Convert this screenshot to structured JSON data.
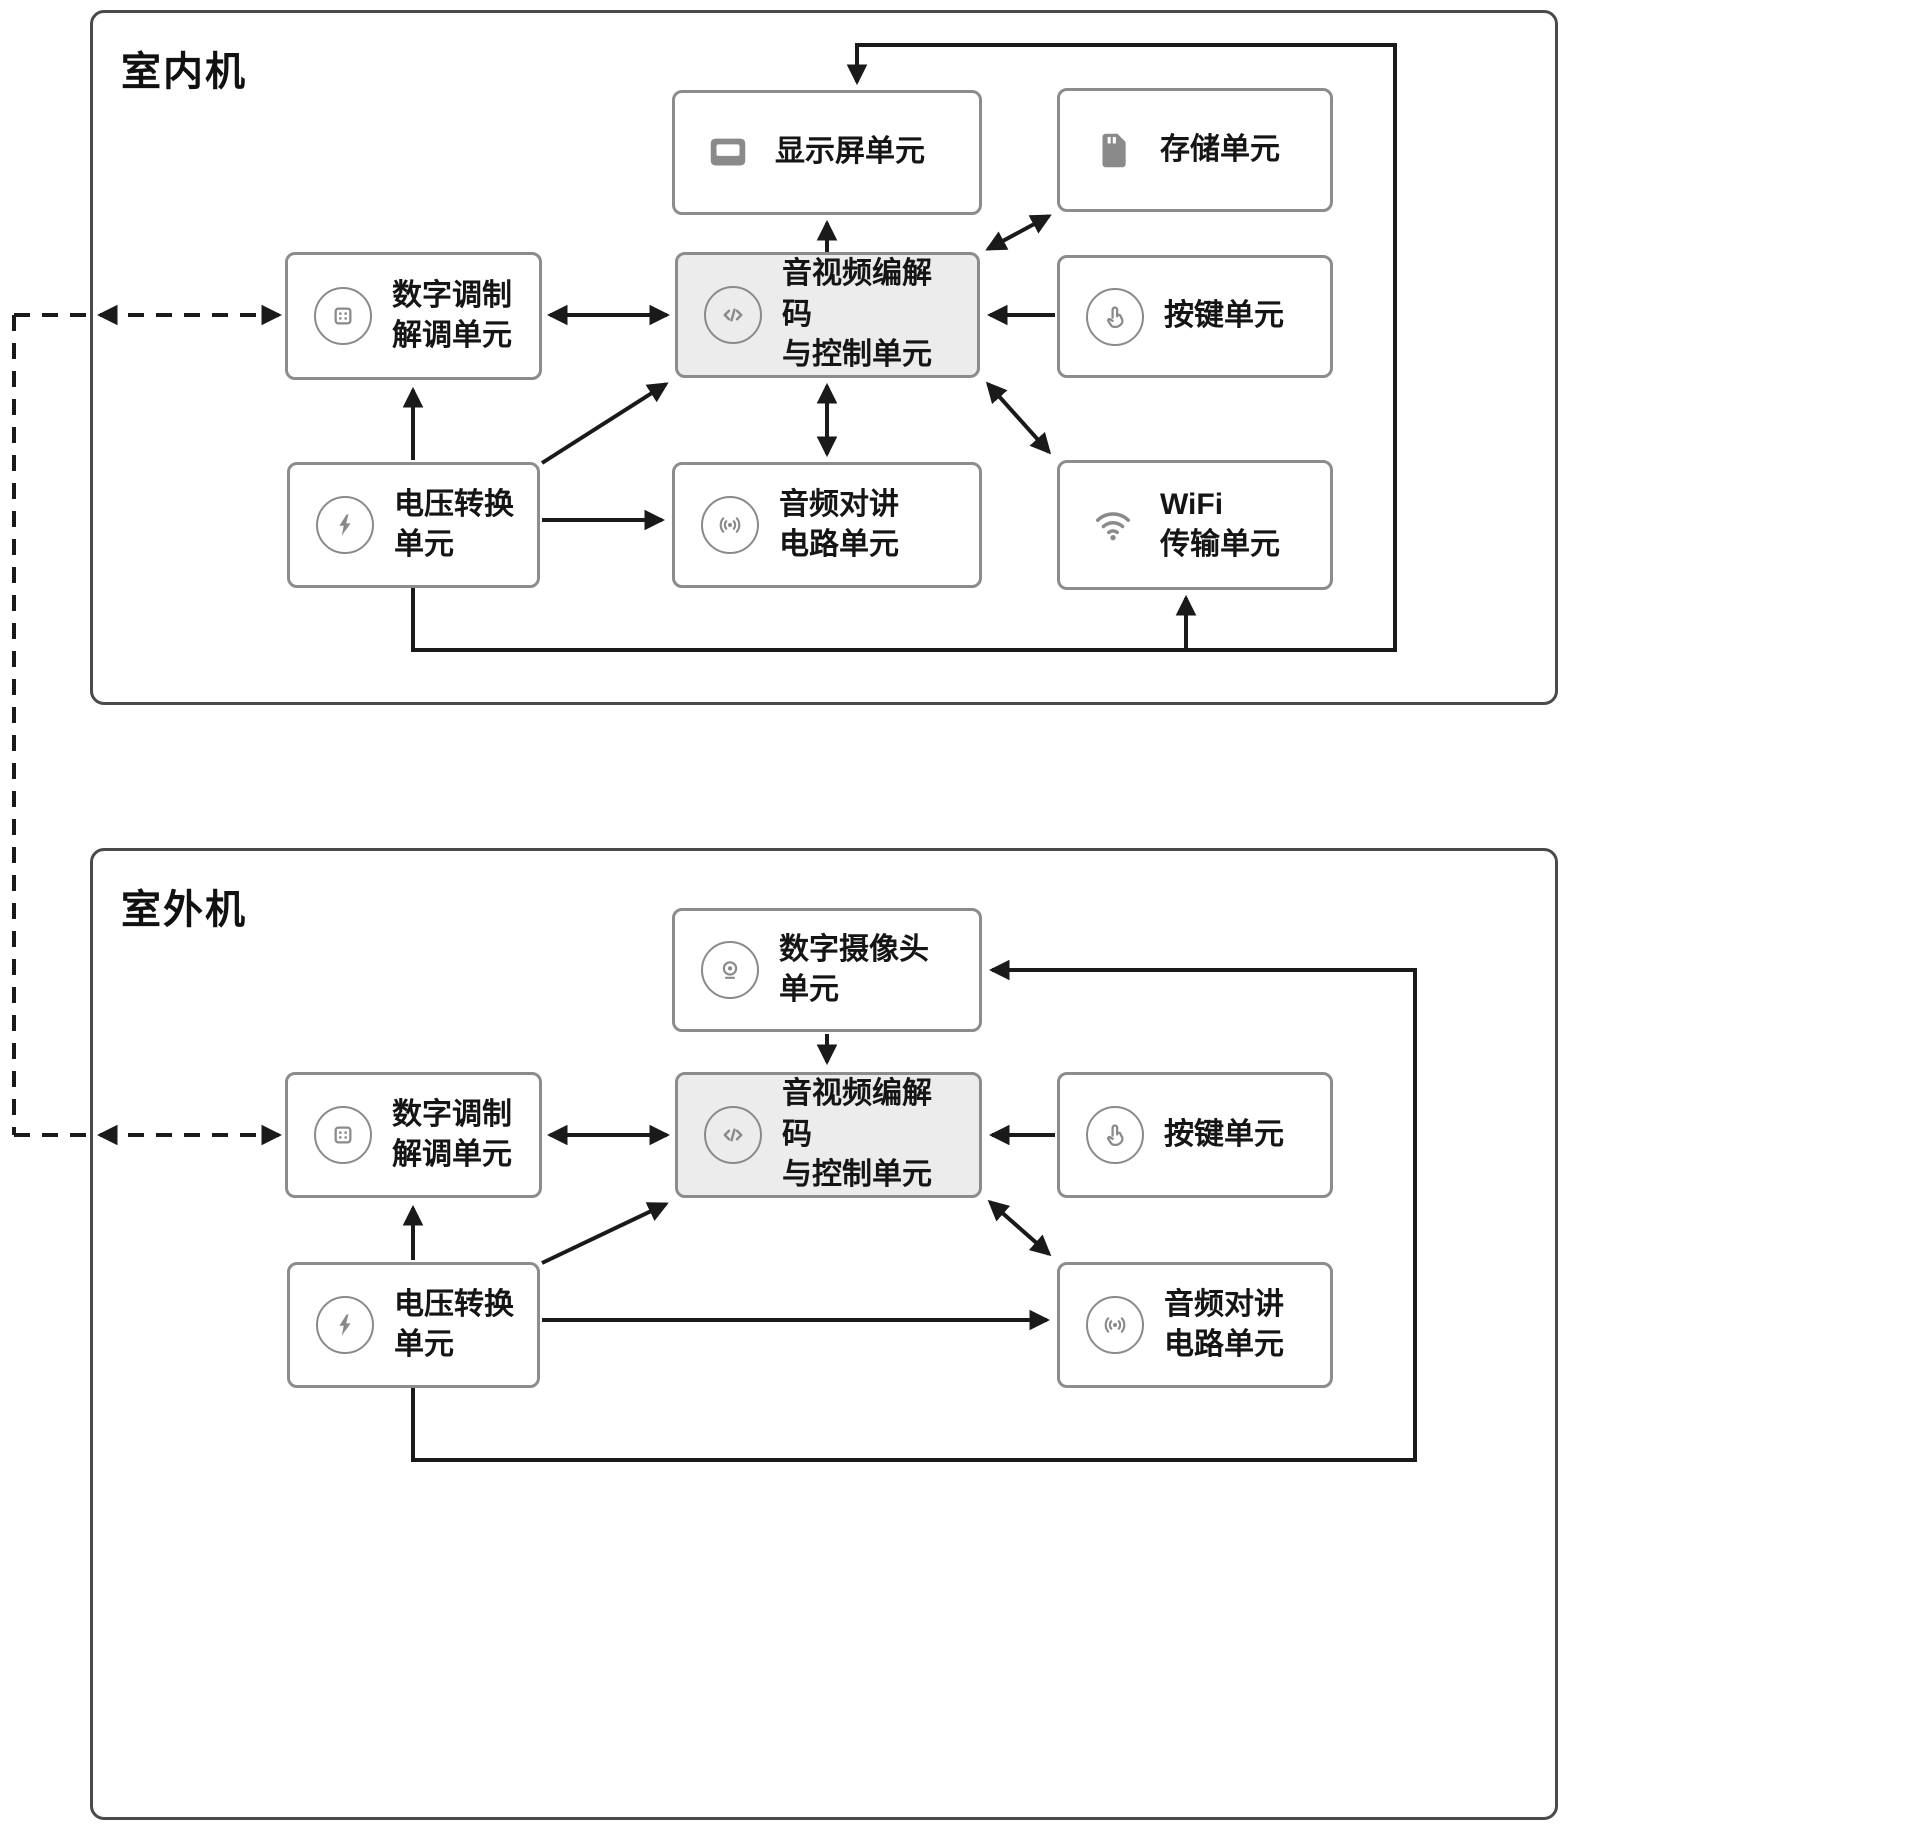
{
  "indoor": {
    "title": "室内机",
    "nodes": {
      "display": {
        "label": "显示屏单元"
      },
      "storage": {
        "label": "存储单元"
      },
      "modem": {
        "label": "数字调制\n解调单元"
      },
      "codec": {
        "label": "音视频编解码\n与控制单元"
      },
      "keypad": {
        "label": "按键单元"
      },
      "voltage": {
        "label": "电压转换\n单元"
      },
      "intercom": {
        "label": "音频对讲\n电路单元"
      },
      "wifi": {
        "label": "WiFi\n传输单元"
      }
    }
  },
  "outdoor": {
    "title": "室外机",
    "nodes": {
      "camera": {
        "label": "数字摄像头\n单元"
      },
      "modem": {
        "label": "数字调制\n解调单元"
      },
      "codec": {
        "label": "音视频编解码\n与控制单元"
      },
      "keypad": {
        "label": "按键单元"
      },
      "voltage": {
        "label": "电压转换\n单元"
      },
      "intercom": {
        "label": "音频对讲\n电路单元"
      }
    }
  },
  "colors": {
    "section_border": "#4a4a4a",
    "box_border": "#8c8c8c",
    "codec_fill": "#ececec",
    "line": "#1a1a1a",
    "icon": "#8a8a8a",
    "text": "#151515"
  }
}
